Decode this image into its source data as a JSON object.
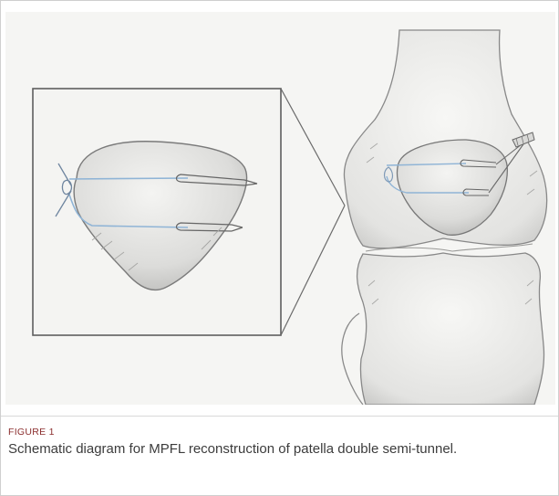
{
  "figure": {
    "label": "FIGURE 1",
    "caption": "Schematic diagram for MPFL reconstruction of patella double semi-tunnel."
  },
  "colors": {
    "background": "#f5f5f3",
    "pencil": "#6a6a6a",
    "suture_blue": "#8fb4d6",
    "caption_label": "#8b2e2e",
    "caption_text": "#3c3c3c"
  },
  "icons": [
    "patella-inset-drawing",
    "knee-joint-drawing",
    "suture-anchor-icon"
  ]
}
